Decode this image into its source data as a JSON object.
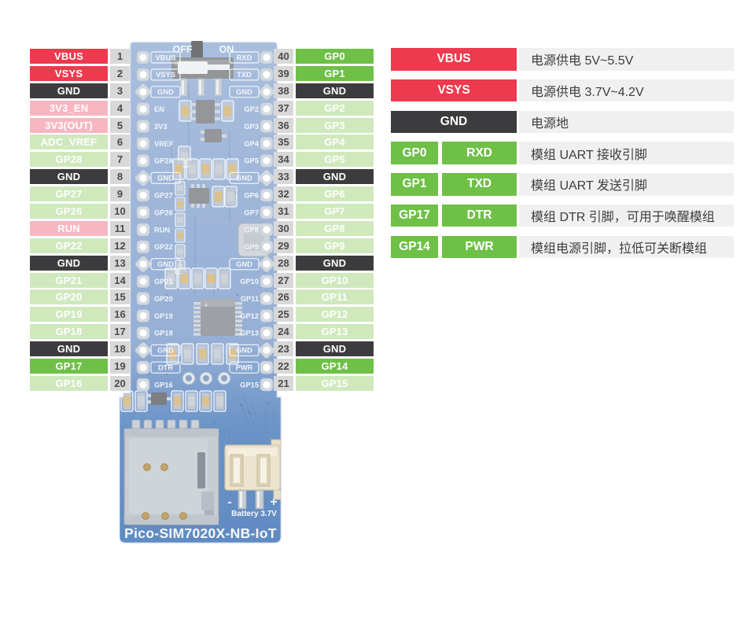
{
  "colors": {
    "power_red": "#ee3a4e",
    "ground_dark": "#3c3c3e",
    "enable_pink": "#f8b6c2",
    "gpio_light_green": "#cfe9bd",
    "highlight_green": "#6ec047",
    "pin_number_bg": "#d8d8d8",
    "legend_desc_bg": "#f0f0f0",
    "board_blue": "#6690c5"
  },
  "left_pins": [
    {
      "num": "1",
      "label": "VBUS",
      "type": "power"
    },
    {
      "num": "2",
      "label": "VSYS",
      "type": "power"
    },
    {
      "num": "3",
      "label": "GND",
      "type": "ground"
    },
    {
      "num": "4",
      "label": "3V3_EN",
      "type": "enable"
    },
    {
      "num": "5",
      "label": "3V3(OUT)",
      "type": "enable"
    },
    {
      "num": "6",
      "label": "ADC_VREF",
      "type": "gpio"
    },
    {
      "num": "7",
      "label": "GP28",
      "type": "gpio"
    },
    {
      "num": "8",
      "label": "GND",
      "type": "ground"
    },
    {
      "num": "9",
      "label": "GP27",
      "type": "gpio"
    },
    {
      "num": "10",
      "label": "GP26",
      "type": "gpio"
    },
    {
      "num": "11",
      "label": "RUN",
      "type": "enable"
    },
    {
      "num": "12",
      "label": "GP22",
      "type": "gpio"
    },
    {
      "num": "13",
      "label": "GND",
      "type": "ground"
    },
    {
      "num": "14",
      "label": "GP21",
      "type": "gpio"
    },
    {
      "num": "15",
      "label": "GP20",
      "type": "gpio"
    },
    {
      "num": "16",
      "label": "GP19",
      "type": "gpio"
    },
    {
      "num": "17",
      "label": "GP18",
      "type": "gpio"
    },
    {
      "num": "18",
      "label": "GND",
      "type": "ground"
    },
    {
      "num": "19",
      "label": "GP17",
      "type": "highlight"
    },
    {
      "num": "20",
      "label": "GP16",
      "type": "gpio"
    }
  ],
  "right_pins": [
    {
      "num": "40",
      "label": "GP0",
      "type": "highlight"
    },
    {
      "num": "39",
      "label": "GP1",
      "type": "highlight"
    },
    {
      "num": "38",
      "label": "GND",
      "type": "ground"
    },
    {
      "num": "37",
      "label": "GP2",
      "type": "gpio"
    },
    {
      "num": "36",
      "label": "GP3",
      "type": "gpio"
    },
    {
      "num": "35",
      "label": "GP4",
      "type": "gpio"
    },
    {
      "num": "34",
      "label": "GP5",
      "type": "gpio"
    },
    {
      "num": "33",
      "label": "GND",
      "type": "ground"
    },
    {
      "num": "32",
      "label": "GP6",
      "type": "gpio"
    },
    {
      "num": "31",
      "label": "GP7",
      "type": "gpio"
    },
    {
      "num": "30",
      "label": "GP8",
      "type": "gpio"
    },
    {
      "num": "29",
      "label": "GP9",
      "type": "gpio"
    },
    {
      "num": "28",
      "label": "GND",
      "type": "ground"
    },
    {
      "num": "27",
      "label": "GP10",
      "type": "gpio"
    },
    {
      "num": "26",
      "label": "GP11",
      "type": "gpio"
    },
    {
      "num": "25",
      "label": "GP12",
      "type": "gpio"
    },
    {
      "num": "24",
      "label": "GP13",
      "type": "gpio"
    },
    {
      "num": "23",
      "label": "GND",
      "type": "ground"
    },
    {
      "num": "22",
      "label": "GP14",
      "type": "highlight"
    },
    {
      "num": "21",
      "label": "GP15",
      "type": "gpio"
    }
  ],
  "legend": [
    {
      "label": "VBUS",
      "type": "power",
      "desc": "电源供电 5V~5.5V"
    },
    {
      "label": "VSYS",
      "type": "power",
      "desc": "电源供电 3.7V~4.2V"
    },
    {
      "label": "GND",
      "type": "ground",
      "desc": "电源地"
    },
    {
      "gp": "GP0",
      "signal": "RXD",
      "desc": "模组 UART 接收引脚"
    },
    {
      "gp": "GP1",
      "signal": "TXD",
      "desc": "模组 UART 发送引脚"
    },
    {
      "gp": "GP17",
      "signal": "DTR",
      "desc": "模组 DTR 引脚，可用于唤醒模组"
    },
    {
      "gp": "GP14",
      "signal": "PWR",
      "desc": "模组电源引脚，拉低可关断模组"
    }
  ],
  "board": {
    "title": "Pico-SIM7020X-NB-IoT",
    "switch_off": "OFF",
    "switch_on": "ON",
    "battery_minus": "-",
    "battery_plus": "+",
    "battery_label": "Battery 3.7V",
    "silk_left": [
      "VBUS",
      "VSYS",
      "GND",
      "EN",
      "3V3",
      "VREF",
      "GP28",
      "GND",
      "GP27",
      "GP26",
      "RUN",
      "GP22",
      "GND",
      "GP21",
      "GP20",
      "GP19",
      "GP18",
      "GND",
      "DTR",
      "GP16"
    ],
    "silk_right": [
      "RXD",
      "TXD",
      "GND",
      "GP2",
      "GP3",
      "GP4",
      "GP5",
      "GND",
      "GP6",
      "GP7",
      "GP8",
      "GP9",
      "GND",
      "GP10",
      "GP11",
      "GP12",
      "GP13",
      "GND",
      "PWR",
      "GP15"
    ],
    "boxed_labels": [
      "VBUS",
      "VSYS",
      "GND",
      "RXD",
      "TXD",
      "DTR",
      "PWR"
    ]
  }
}
